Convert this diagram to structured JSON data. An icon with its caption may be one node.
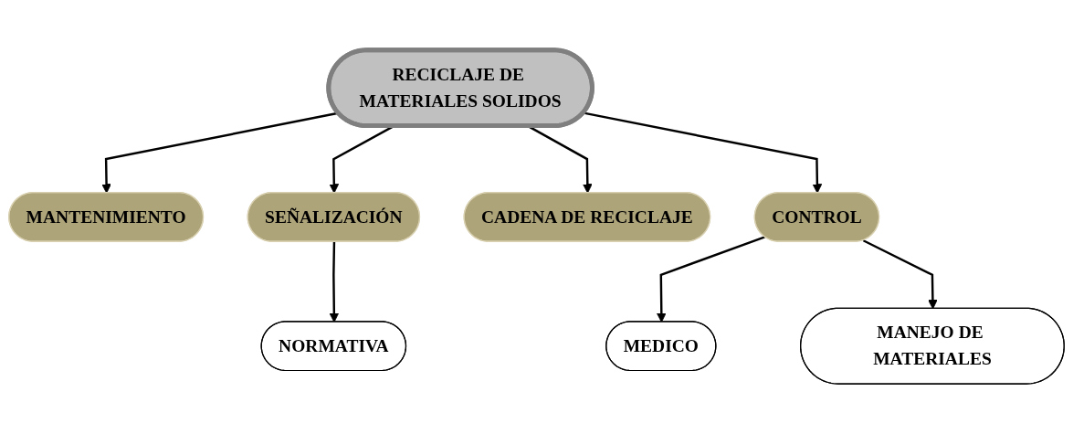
{
  "diagram": {
    "nodes": [
      {
        "text": [
          "MANTENIMIENTO"
        ]
      },
      {
        "text": [
          "SEÑALIZACIÓN"
        ]
      },
      {
        "text": [
          "CADENA DE RECICLAJE"
        ]
      },
      {
        "text": [
          "RECICLAJE DE MATERIALES SOLIDOS"
        ]
      },
      {
        "text": [
          "CONTROL"
        ]
      },
      {
        "text": [
          "NORMATIVA"
        ]
      },
      {
        "text": [
          "MEDICO"
        ]
      },
      {
        "text": [
          "MANEJO DE MATERIALES"
        ]
      }
    ],
    "edges": [
      {
        "from": 3,
        "to": 0,
        "arrow": "to"
      },
      {
        "from": 3,
        "to": 1,
        "arrow": "to"
      },
      {
        "from": 3,
        "to": 2,
        "arrow": "to"
      },
      {
        "from": 3,
        "to": 4,
        "arrow": "to"
      },
      {
        "from": 1,
        "to": 5,
        "arrow": "to"
      },
      {
        "from": 4,
        "to": 6,
        "arrow": "to"
      },
      {
        "from": 4,
        "to": 7,
        "arrow": "to"
      }
    ]
  }
}
